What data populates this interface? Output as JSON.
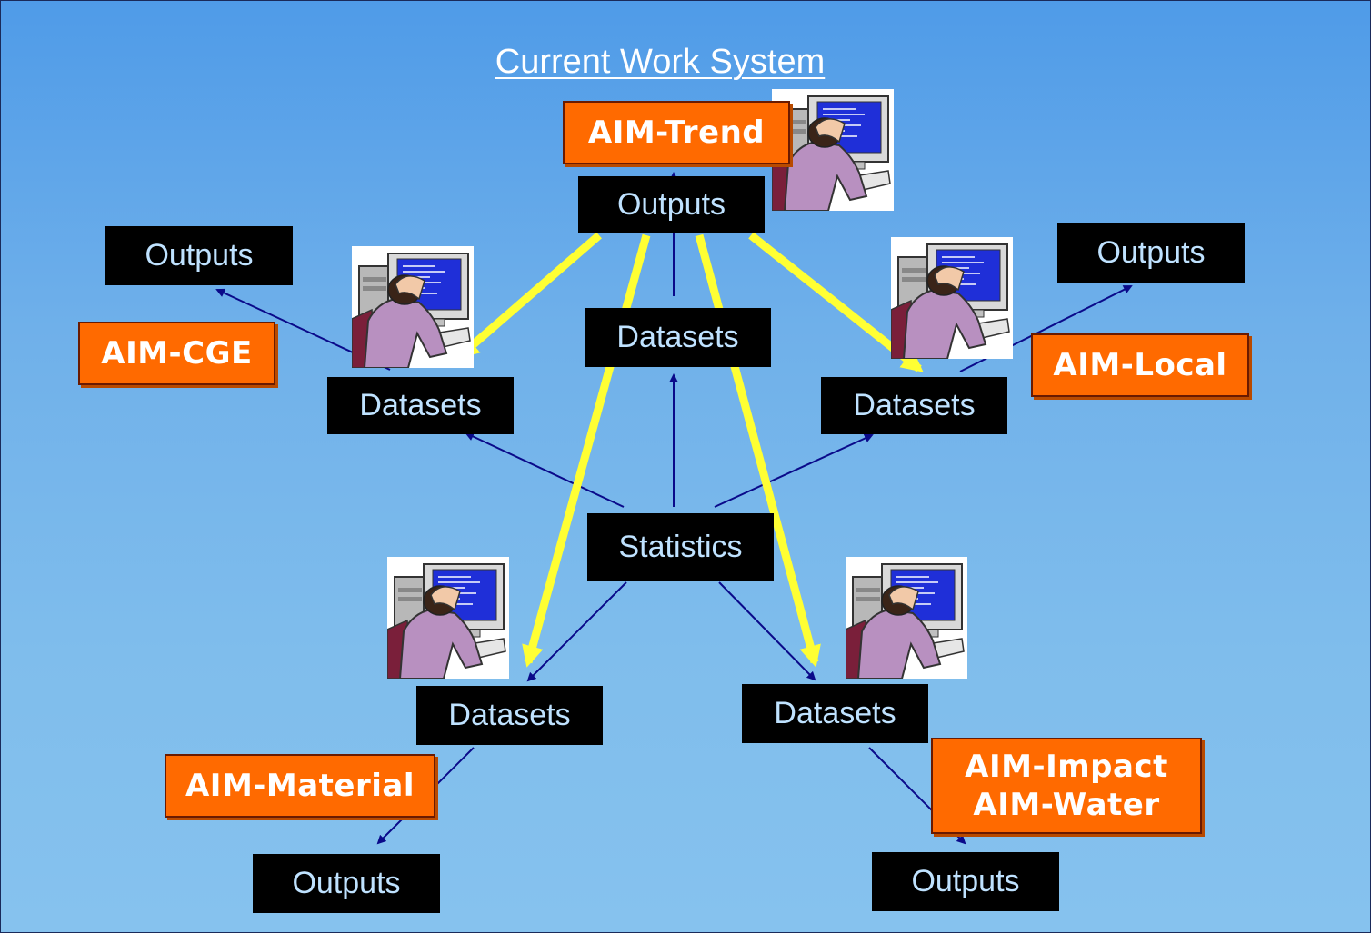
{
  "title": "Current Work System",
  "nodes": {
    "statistics": "Statistics",
    "datasets_center": "Datasets",
    "outputs_top": "Outputs",
    "datasets_left": "Datasets",
    "outputs_left": "Outputs",
    "datasets_right": "Datasets",
    "outputs_right": "Outputs",
    "datasets_bottom_left": "Datasets",
    "outputs_bottom_left": "Outputs",
    "datasets_bottom_right": "Datasets",
    "outputs_bottom_right": "Outputs"
  },
  "models": {
    "trend": "AIM-Trend",
    "cge": "AIM-CGE",
    "local": "AIM-Local",
    "material": "AIM-Material",
    "impact": "AIM-Impact",
    "water": "AIM-Water"
  },
  "colors": {
    "background_top": "#4f9be8",
    "background_bottom": "#86c2ee",
    "node_box": "#000000",
    "node_text": "#bfe2ff",
    "model_label": "#ff6a00",
    "data_arrow": "#0a0a8a",
    "highlight_arrow": "#ffff33"
  },
  "icons": {
    "frustrated_user": "frustrated-user-at-computer-icon"
  }
}
